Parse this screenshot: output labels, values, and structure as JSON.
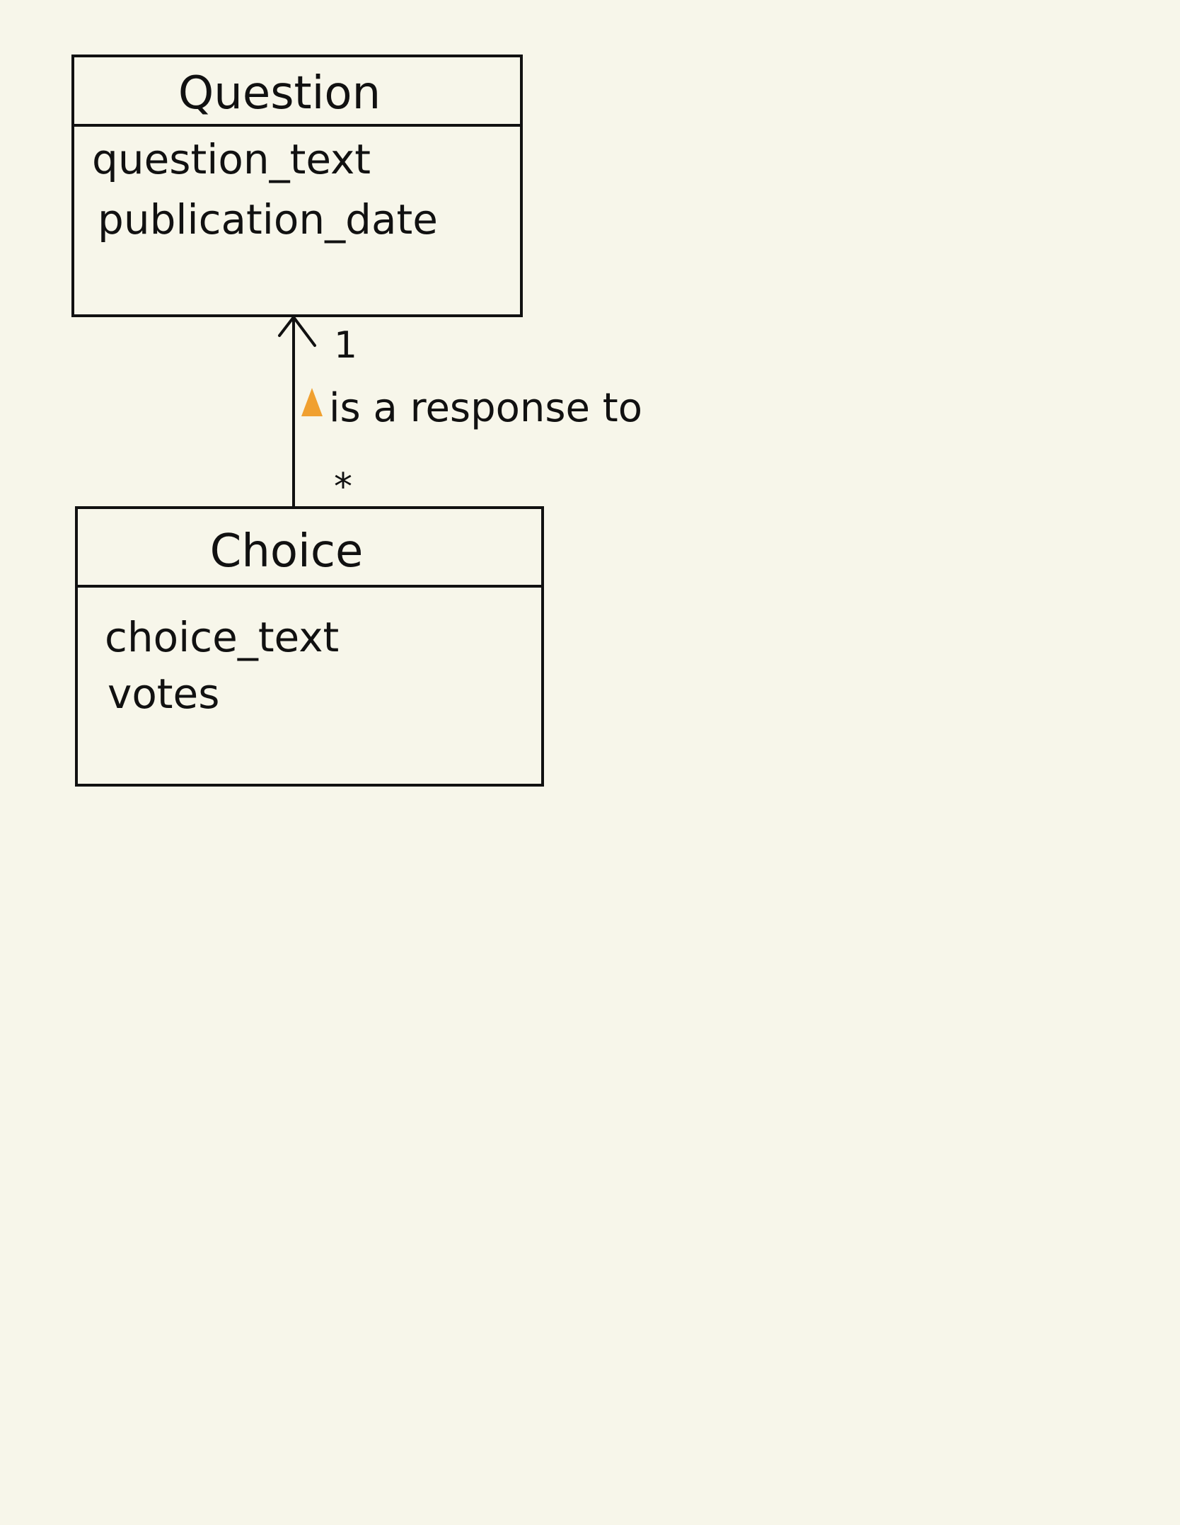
{
  "diagram": {
    "question": {
      "name": "Question",
      "attributes": [
        "question_text",
        "publication_date"
      ]
    },
    "choice": {
      "name": "Choice",
      "attributes": [
        "choice_text",
        "votes"
      ]
    },
    "association": {
      "label": "is a response to",
      "multiplicity_target": "1",
      "multiplicity_source": "*",
      "direction_marker_color": "#f0a030"
    }
  }
}
